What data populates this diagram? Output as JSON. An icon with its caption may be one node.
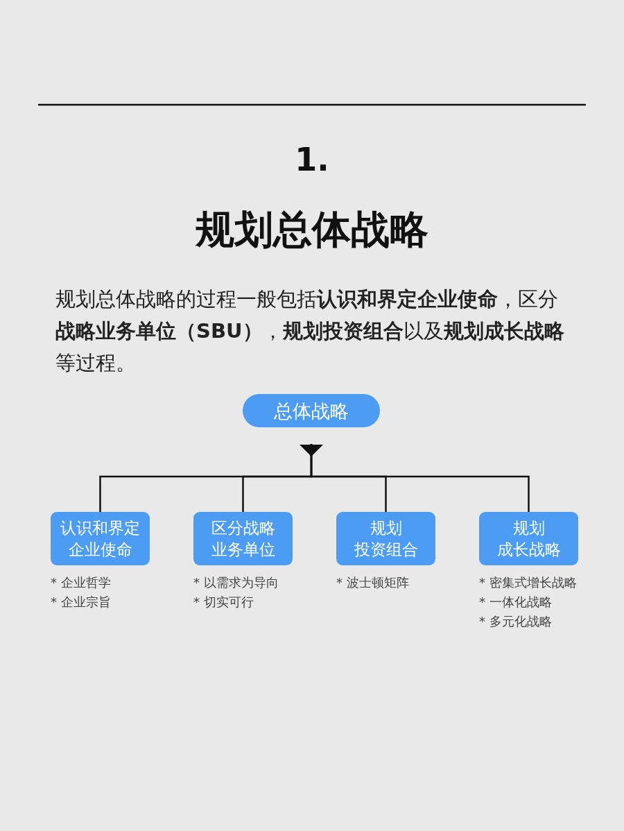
{
  "diagram": {
    "title": "规划总体战略",
    "nodes": [
      {
        "text": [
          "总体战略"
        ]
      },
      {
        "text": [
          "认识和界定企业使命"
        ],
        "beside": [
          "* 企业哲学",
          "* 企业宗旨"
        ]
      },
      {
        "text": [
          "区分战略业务单位"
        ],
        "beside": [
          "* 以需求为导向",
          "* 切实可行"
        ]
      },
      {
        "text": [
          "规划投资组合"
        ],
        "beside": [
          "* 波士顿矩阵"
        ]
      },
      {
        "text": [
          "规划成长战略"
        ],
        "beside": [
          "* 密集式增长战略",
          "* 一体化战略",
          "* 多元化战略"
        ]
      }
    ],
    "edges": [
      {
        "from": 0,
        "to": 1,
        "arrow": "to"
      },
      {
        "from": 0,
        "to": 2,
        "arrow": "to"
      },
      {
        "from": 0,
        "to": 3,
        "arrow": "to"
      },
      {
        "from": 0,
        "to": 4,
        "arrow": "to"
      }
    ],
    "labels": [
      "1.",
      "规划总体战略的过程一般包括**认识和界定企业使命**，区分**战略业务单位（SBU）**，**规划投资组合**以及**规划成长战略**等过程。"
    ]
  }
}
